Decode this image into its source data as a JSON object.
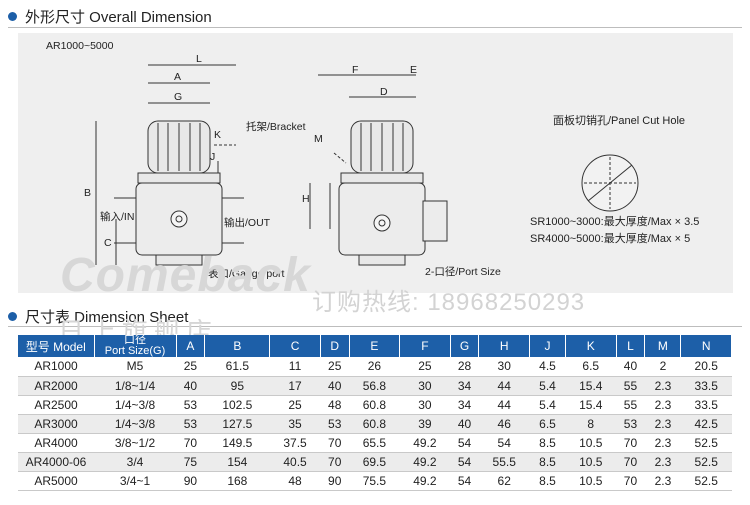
{
  "sections": {
    "overall_title": "外形尺寸 Overall Dimension",
    "sheet_title": "尺寸表 Dimension Sheet"
  },
  "drawing": {
    "series_label": "AR1000~5000",
    "labels": {
      "L": "L",
      "A": "A",
      "G": "G",
      "K": "K",
      "J": "J",
      "B": "B",
      "C": "C",
      "F": "F",
      "E": "E",
      "D": "D",
      "M": "M",
      "H": "H"
    },
    "bracket": "托架/Bracket",
    "inlet": "输入/IN",
    "outlet": "输出/OUT",
    "gauge_port": "表口/Gauge port",
    "port_size": "2-口径/Port Size",
    "panel_cut_hole": "面板切销孔/Panel Cut Hole",
    "thickness_1": "SR1000~3000:最大厚度/Max × 3.5",
    "thickness_2": "SR4000~5000:最大厚度/Max × 5"
  },
  "watermarks": {
    "brand": "Comeback",
    "hotline": "订购热线: 18968250293",
    "shop": "日上旗舰店"
  },
  "table": {
    "header_model": "型号 Model",
    "header_port_line1": "口径",
    "header_port_line2": "Port Size(G)",
    "columns": [
      "A",
      "B",
      "C",
      "D",
      "E",
      "F",
      "G",
      "H",
      "J",
      "K",
      "L",
      "M",
      "N"
    ],
    "rows": [
      {
        "model": "AR1000",
        "port": "M5",
        "values": [
          "25",
          "61.5",
          "11",
          "25",
          "26",
          "25",
          "28",
          "30",
          "4.5",
          "6.5",
          "40",
          "2",
          "20.5"
        ]
      },
      {
        "model": "AR2000",
        "port": "1/8~1/4",
        "values": [
          "40",
          "95",
          "17",
          "40",
          "56.8",
          "30",
          "34",
          "44",
          "5.4",
          "15.4",
          "55",
          "2.3",
          "33.5"
        ]
      },
      {
        "model": "AR2500",
        "port": "1/4~3/8",
        "values": [
          "53",
          "102.5",
          "25",
          "48",
          "60.8",
          "30",
          "34",
          "44",
          "5.4",
          "15.4",
          "55",
          "2.3",
          "33.5"
        ]
      },
      {
        "model": "AR3000",
        "port": "1/4~3/8",
        "values": [
          "53",
          "127.5",
          "35",
          "53",
          "60.8",
          "39",
          "40",
          "46",
          "6.5",
          "8",
          "53",
          "2.3",
          "42.5"
        ]
      },
      {
        "model": "AR4000",
        "port": "3/8~1/2",
        "values": [
          "70",
          "149.5",
          "37.5",
          "70",
          "65.5",
          "49.2",
          "54",
          "54",
          "8.5",
          "10.5",
          "70",
          "2.3",
          "52.5"
        ]
      },
      {
        "model": "AR4000-06",
        "port": "3/4",
        "values": [
          "75",
          "154",
          "40.5",
          "70",
          "69.5",
          "49.2",
          "54",
          "55.5",
          "8.5",
          "10.5",
          "70",
          "2.3",
          "52.5"
        ]
      },
      {
        "model": "AR5000",
        "port": "3/4~1",
        "values": [
          "90",
          "168",
          "48",
          "90",
          "75.5",
          "49.2",
          "54",
          "62",
          "8.5",
          "10.5",
          "70",
          "2.3",
          "52.5"
        ]
      }
    ]
  }
}
